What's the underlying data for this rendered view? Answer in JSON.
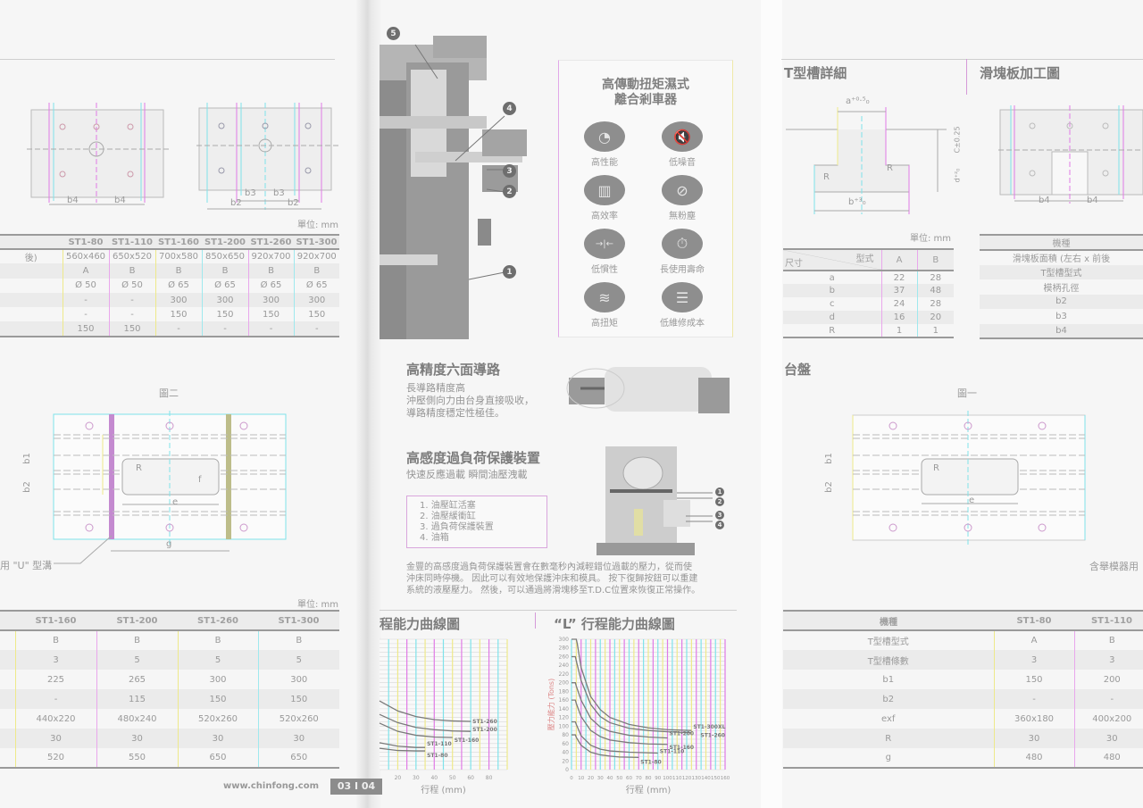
{
  "left_page": {
    "unit_label_top": "單位: mm",
    "slide_drawing_labels": [
      "b4",
      "b4",
      "b3",
      "b3",
      "b2",
      "b2"
    ],
    "slide_table": {
      "headers": [
        "",
        "ST1-80",
        "ST1-110",
        "ST1-160",
        "ST1-200",
        "ST1-260",
        "ST1-300"
      ],
      "rows": [
        [
          "後)",
          "560x460",
          "650x520",
          "700x580",
          "850x650",
          "920x700",
          "920x700"
        ],
        [
          "",
          "A",
          "B",
          "B",
          "B",
          "B",
          "B"
        ],
        [
          "",
          "Ø 50",
          "Ø 50",
          "Ø 65",
          "Ø 65",
          "Ø 65",
          "Ø 65"
        ],
        [
          "",
          "-",
          "-",
          "300",
          "300",
          "300",
          "300"
        ],
        [
          "",
          "-",
          "-",
          "150",
          "150",
          "150",
          "150"
        ],
        [
          "",
          "150",
          "150",
          "-",
          "-",
          "-",
          "-"
        ]
      ]
    },
    "figure2_title": "圖二",
    "figure2_labels": {
      "b1": "b1",
      "b2": "b2",
      "R": "R",
      "e": "e",
      "f": "f",
      "g": "g"
    },
    "u_groove_label": "用 \"U\" 型溝",
    "unit_label_bottom": "單位: mm",
    "bolster_table": {
      "headers": [
        "",
        "ST1-160",
        "ST1-200",
        "ST1-260",
        "ST1-300"
      ],
      "rows": [
        [
          "",
          "B",
          "B",
          "B",
          "B"
        ],
        [
          "",
          "3",
          "5",
          "5",
          "5"
        ],
        [
          "",
          "225",
          "265",
          "300",
          "300"
        ],
        [
          "",
          "-",
          "115",
          "150",
          "150"
        ],
        [
          "",
          "440x220",
          "480x240",
          "520x260",
          "520x260"
        ],
        [
          "",
          "30",
          "30",
          "30",
          "30"
        ],
        [
          "",
          "520",
          "550",
          "650",
          "650"
        ]
      ]
    },
    "website": "www.chinfong.com",
    "page_number": "03 I 04"
  },
  "middle_page": {
    "machine_callouts": [
      "5",
      "4",
      "3",
      "2",
      "1"
    ],
    "feature_box": {
      "title_line1": "高傳動扭矩濕式",
      "title_line2": "離合剎車器",
      "features": [
        {
          "label": "高性能",
          "icon": "fan-disc-icon"
        },
        {
          "label": "低噪音",
          "icon": "mute-speaker-icon"
        },
        {
          "label": "高效率",
          "icon": "bar-chart-icon"
        },
        {
          "label": "無粉塵",
          "icon": "no-dust-icon"
        },
        {
          "label": "低慣性",
          "icon": "arrows-inward-icon"
        },
        {
          "label": "長使用壽命",
          "icon": "stopwatch-icon"
        },
        {
          "label": "高扭矩",
          "icon": "spiral-icon"
        },
        {
          "label": "低維修成本",
          "icon": "coins-icon"
        }
      ]
    },
    "guide_section": {
      "title": "高精度六面導路",
      "lines": [
        "長導路精度高",
        "沖壓側向力由台身直接吸收，",
        "導路精度穩定性極佳。"
      ]
    },
    "overload_section": {
      "title": "高感度過負荷保護裝置",
      "subtitle": "快速反應過載 瞬間油壓洩載",
      "list": [
        "1. 油壓缸活塞",
        "2. 油壓緩衝缸",
        "3. 過負荷保護裝置",
        "4. 油箱"
      ],
      "callouts": [
        "1",
        "2",
        "3",
        "4"
      ],
      "paragraph": [
        "金豐的高感度過負荷保護裝置會在數毫秒內減輕錯位過載的壓力，從而使",
        "沖床同時停機。 因此可以有效地保護沖床和模具。 按下復歸按鈕可以重建",
        "系統的液壓壓力。 然後，可以通過將滑塊移至T.D.C位置來恢復正常操作。"
      ]
    }
  },
  "right_page": {
    "tslot_title": "T型槽詳細",
    "slide_plate_title": "滑塊板加工圖",
    "tslot_labels": {
      "a": "a⁺⁰·⁵₀",
      "b": "b⁺³₀",
      "c": "C±0.25",
      "d": "d⁺²₀",
      "R1": "R",
      "R2": "R"
    },
    "slide_plate_labels": [
      "b4",
      "b4"
    ],
    "unit_label": "單位: mm",
    "tslot_table": {
      "corner_top": "型式",
      "corner_bottom": "尺寸",
      "headers": [
        "A",
        "B"
      ],
      "rows": [
        [
          "a",
          "22",
          "28"
        ],
        [
          "b",
          "37",
          "48"
        ],
        [
          "c",
          "24",
          "28"
        ],
        [
          "d",
          "16",
          "20"
        ],
        [
          "R",
          "1",
          "1"
        ]
      ]
    },
    "slide_spec_table": {
      "header": "機種",
      "rows": [
        "滑塊板面積 (左右 x 前後",
        "T型槽型式",
        "模柄孔徑",
        "b2",
        "b3",
        "b4"
      ]
    },
    "bolster_title": "台盤",
    "figure1_title": "圖一",
    "figure1_labels": {
      "b1": "b1",
      "b2": "b2",
      "R": "R",
      "e": "e"
    },
    "die_lifter_note": "含舉模器用",
    "bolster_table": {
      "headers": [
        "機種",
        "ST1-80",
        "ST1-110"
      ],
      "rows": [
        [
          "T型槽型式",
          "A",
          "B"
        ],
        [
          "T型槽條數",
          "3",
          "3"
        ],
        [
          "b1",
          "150",
          "200"
        ],
        [
          "b2",
          "-",
          "-"
        ],
        [
          "exf",
          "360x180",
          "400x200"
        ],
        [
          "R",
          "30",
          "30"
        ],
        [
          "g",
          "480",
          "480"
        ]
      ]
    }
  },
  "chart_data": [
    {
      "type": "line",
      "title": "程能力曲線圖",
      "xlabel": "行程 (mm)",
      "ylabel": "",
      "xlim": [
        10,
        80
      ],
      "ylim": [
        0,
        300
      ],
      "x_ticks": [
        "20",
        "30",
        "40",
        "50",
        "60",
        "80"
      ],
      "grid": true,
      "series": [
        {
          "name": "ST1-260",
          "x": [
            10,
            20,
            30,
            40,
            50,
            60
          ],
          "y": [
            158,
            135,
            122,
            115,
            112,
            111
          ]
        },
        {
          "name": "ST1-200",
          "x": [
            10,
            20,
            30,
            40,
            50,
            60
          ],
          "y": [
            127,
            108,
            97,
            92,
            89,
            88
          ]
        },
        {
          "name": "ST1-160",
          "x": [
            10,
            20,
            30,
            40,
            50
          ],
          "y": [
            107,
            88,
            79,
            75,
            74
          ]
        },
        {
          "name": "ST1-110",
          "x": [
            10,
            20,
            30,
            35
          ],
          "y": [
            62,
            54,
            51,
            51
          ]
        },
        {
          "name": "ST1-80",
          "x": [
            10,
            20,
            30,
            35
          ],
          "y": [
            49,
            44,
            43,
            43
          ]
        }
      ]
    },
    {
      "type": "line",
      "title": "“L” 行程能力曲線圖",
      "xlabel": "行程 (mm)",
      "ylabel": "壓力能力 (Tons)",
      "xlim": [
        0,
        160
      ],
      "ylim": [
        0,
        300
      ],
      "x_ticks": [
        "0",
        "10",
        "20",
        "30",
        "40",
        "50",
        "60",
        "70",
        "80",
        "90",
        "100",
        "110",
        "120",
        "130",
        "140",
        "150",
        "160"
      ],
      "y_ticks": [
        "0",
        "20",
        "40",
        "60",
        "80",
        "100",
        "120",
        "140",
        "160",
        "180",
        "200",
        "220",
        "240",
        "260",
        "280",
        "300"
      ],
      "grid": true,
      "series": [
        {
          "name": "ST1-300XL",
          "x": [
            5,
            6,
            10,
            20,
            30,
            40,
            60,
            80,
            100,
            125
          ],
          "y": [
            300,
            290,
            235,
            168,
            138,
            120,
            104,
            96,
            92,
            90
          ]
        },
        {
          "name": "ST1-260",
          "x": [
            4,
            5,
            10,
            20,
            30,
            40,
            60,
            80,
            100,
            125
          ],
          "y": [
            260,
            250,
            205,
            150,
            122,
            108,
            95,
            90,
            87,
            85
          ]
        },
        {
          "name": "ST1-200",
          "x": [
            4,
            5,
            10,
            20,
            30,
            40,
            60,
            80,
            100
          ],
          "y": [
            200,
            192,
            160,
            118,
            98,
            88,
            79,
            75,
            73
          ]
        },
        {
          "name": "ST1-160",
          "x": [
            4,
            5,
            10,
            20,
            30,
            40,
            60,
            80,
            100
          ],
          "y": [
            160,
            152,
            122,
            90,
            76,
            68,
            62,
            59,
            58
          ]
        },
        {
          "name": "ST1-110",
          "x": [
            4,
            5,
            10,
            20,
            30,
            40,
            60,
            90
          ],
          "y": [
            110,
            104,
            78,
            56,
            47,
            43,
            40,
            38
          ]
        },
        {
          "name": "ST1-80",
          "x": [
            4,
            5,
            10,
            20,
            30,
            40,
            50,
            70
          ],
          "y": [
            80,
            74,
            56,
            40,
            34,
            31,
            29,
            28
          ]
        }
      ]
    }
  ],
  "colors": {
    "background": "#f6f6f6",
    "text": "#8a8a8a",
    "accent_magenta": "#e07ae6",
    "accent_cyan": "#7fe3ea",
    "accent_yellow": "#eee98a"
  }
}
